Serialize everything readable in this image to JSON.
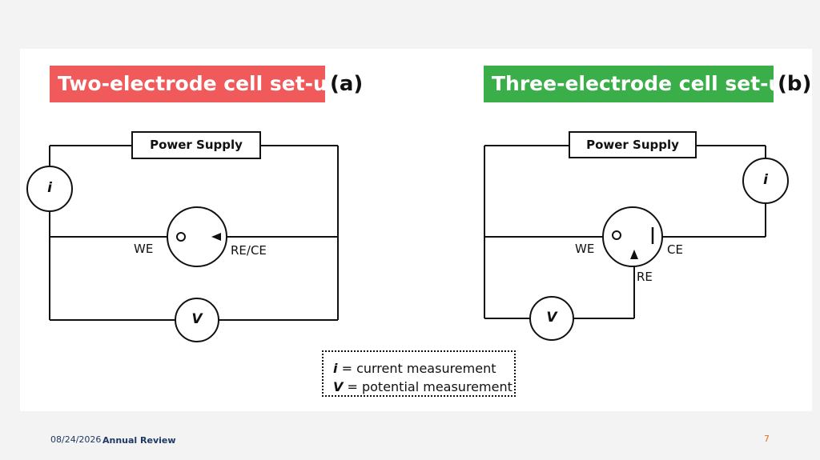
{
  "panel_a": {
    "title": "Two-electrode cell set-up",
    "tag": "(a)",
    "title_color": "#f05a5a",
    "power_supply": "Power Supply",
    "current_meter": "i",
    "voltage_meter": "V",
    "we_label": "WE",
    "rece_label": "RE/CE"
  },
  "panel_b": {
    "title": "Three-electrode cell set-up",
    "tag": "(b)",
    "title_color": "#3aae49",
    "power_supply": "Power Supply",
    "current_meter": "i",
    "voltage_meter": "V",
    "we_label": "WE",
    "ce_label": "CE",
    "re_label": "RE"
  },
  "legend": {
    "i_symbol": "i",
    "i_text": " = current measurement",
    "v_symbol": "V",
    "v_text": " = potential measurement"
  },
  "footer": {
    "date": "08/24/2026",
    "title": "Annual Review",
    "page": "7"
  }
}
